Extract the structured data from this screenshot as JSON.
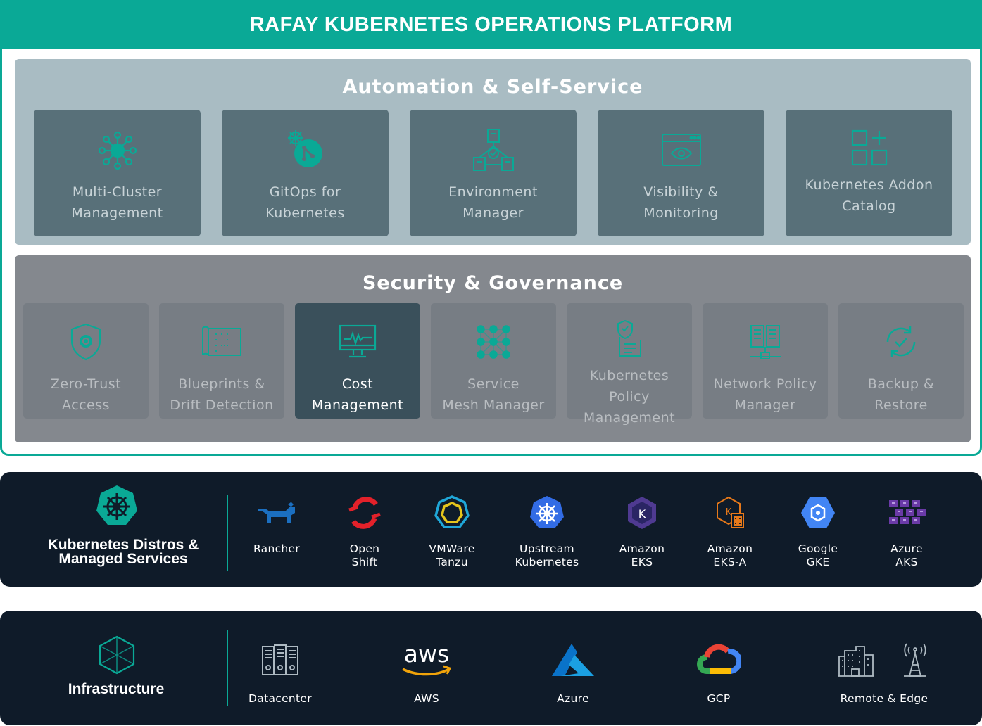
{
  "platform": {
    "title": "RAFAY KUBERNETES OPERATIONS PLATFORM"
  },
  "automation": {
    "title": "Automation & Self-Service",
    "cards": [
      {
        "line1": "Multi-Cluster",
        "line2": "Management",
        "icon": "cluster-network-icon"
      },
      {
        "line1": "GitOps for",
        "line2": "Kubernetes",
        "icon": "git-icon"
      },
      {
        "line1": "Environment",
        "line2": "Manager",
        "icon": "environment-tree-icon"
      },
      {
        "line1": "Visibility &",
        "line2": "Monitoring",
        "icon": "browser-eye-icon"
      },
      {
        "line1": "Kubernetes Addon",
        "line2": "Catalog",
        "icon": "addon-grid-icon"
      }
    ]
  },
  "security": {
    "title": "Security & Governance",
    "cards": [
      {
        "line1": "Zero-Trust",
        "line2": "Access",
        "icon": "shield-helm-icon"
      },
      {
        "line1": "Blueprints &",
        "line2": "Drift Detection",
        "icon": "blueprint-icon"
      },
      {
        "line1": "Cost",
        "line2": "Management",
        "icon": "monitor-pulse-icon",
        "active": true
      },
      {
        "line1": "Service",
        "line2": "Mesh Manager",
        "icon": "mesh-dots-icon"
      },
      {
        "line1": "Kubernetes Policy",
        "line2": "Management",
        "icon": "policy-document-icon"
      },
      {
        "line1": "Network Policy",
        "line2": "Manager",
        "icon": "network-server-icon"
      },
      {
        "line1": "Backup &",
        "line2": "Restore",
        "icon": "backup-cycle-icon"
      }
    ]
  },
  "distros": {
    "title_line1": "Kubernetes Distros &",
    "title_line2": "Managed Services",
    "items": [
      {
        "line1": "Rancher",
        "line2": "",
        "icon": "rancher-icon"
      },
      {
        "line1": "Open",
        "line2": "Shift",
        "icon": "openshift-icon"
      },
      {
        "line1": "VMWare",
        "line2": "Tanzu",
        "icon": "tanzu-icon"
      },
      {
        "line1": "Upstream",
        "line2": "Kubernetes",
        "icon": "kubernetes-icon"
      },
      {
        "line1": "Amazon",
        "line2": "EKS",
        "icon": "eks-icon"
      },
      {
        "line1": "Amazon",
        "line2": "EKS-A",
        "icon": "eks-anywhere-icon"
      },
      {
        "line1": "Google",
        "line2": "GKE",
        "icon": "gke-icon"
      },
      {
        "line1": "Azure",
        "line2": "AKS",
        "icon": "aks-icon"
      }
    ]
  },
  "infrastructure": {
    "title": "Infrastructure",
    "items": [
      {
        "label": "Datacenter",
        "icon": "datacenter-icon"
      },
      {
        "label": "AWS",
        "icon": "aws-logo-icon",
        "logo_text": "aws"
      },
      {
        "label": "Azure",
        "icon": "azure-logo-icon"
      },
      {
        "label": "GCP",
        "icon": "gcp-cloud-icon"
      },
      {
        "label": "Remote & Edge",
        "icon": "edge-building-tower-icon"
      }
    ]
  },
  "colors": {
    "teal": "#0aa996",
    "navy": "#0f1b29",
    "automation_panel": "#a9bcc3",
    "security_panel": "#84888e"
  }
}
